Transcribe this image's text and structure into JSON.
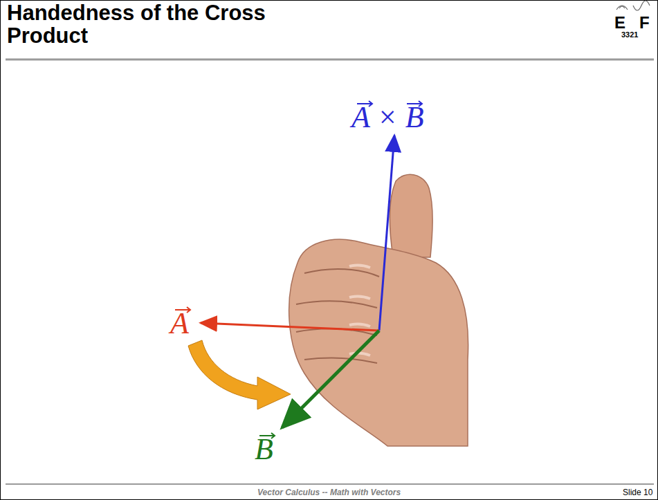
{
  "diagram": {
    "title": "Handedness of the Cross Product",
    "labels": [
      "A × B",
      "A",
      "B",
      "Vector Calculus -- Math with Vectors",
      "Slide 10",
      "E",
      "F",
      "3321"
    ]
  }
}
